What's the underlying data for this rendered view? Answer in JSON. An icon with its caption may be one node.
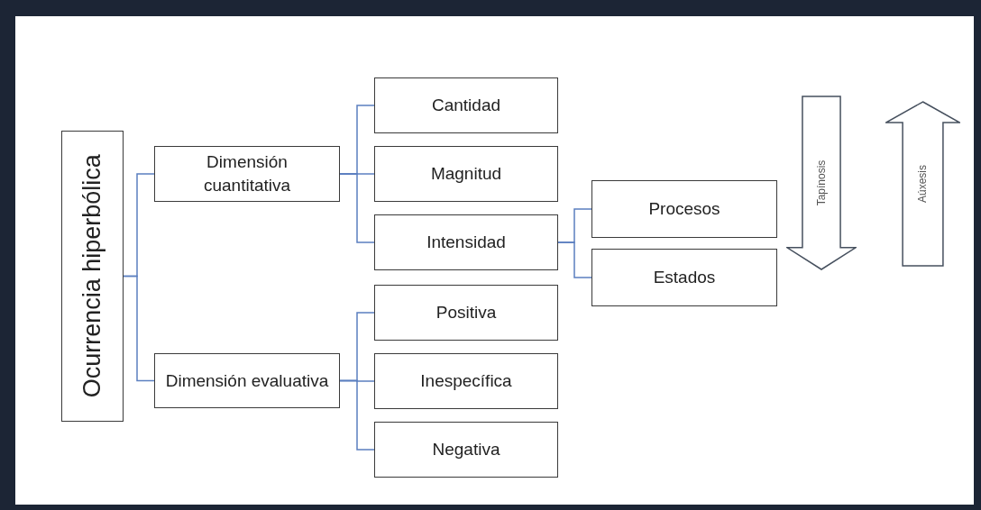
{
  "diagram": {
    "nodes": [
      {
        "text": [
          "Ocurrencia hiperbólica"
        ]
      },
      {
        "text": [
          "Dimensión cuantitativa"
        ]
      },
      {
        "text": [
          "Dimensión evaluativa"
        ]
      },
      {
        "text": [
          "Cantidad"
        ]
      },
      {
        "text": [
          "Magnitud"
        ]
      },
      {
        "text": [
          "Intensidad"
        ]
      },
      {
        "text": [
          "Positiva"
        ]
      },
      {
        "text": [
          "Inespecífica"
        ]
      },
      {
        "text": [
          "Negativa"
        ]
      },
      {
        "text": [
          "Procesos"
        ]
      },
      {
        "text": [
          "Estados"
        ]
      },
      {
        "text": [
          "Tapínosis"
        ]
      },
      {
        "text": [
          "Aúxesis"
        ]
      }
    ],
    "edges": [
      {
        "from": 0,
        "to": 1,
        "arrow": "none"
      },
      {
        "from": 0,
        "to": 2,
        "arrow": "none"
      },
      {
        "from": 1,
        "to": 3,
        "arrow": "none"
      },
      {
        "from": 1,
        "to": 4,
        "arrow": "none"
      },
      {
        "from": 1,
        "to": 5,
        "arrow": "none"
      },
      {
        "from": 2,
        "to": 6,
        "arrow": "none"
      },
      {
        "from": 2,
        "to": 7,
        "arrow": "none"
      },
      {
        "from": 2,
        "to": 8,
        "arrow": "none"
      },
      {
        "from": 5,
        "to": 9,
        "arrow": "none"
      },
      {
        "from": 5,
        "to": 10,
        "arrow": "none"
      }
    ]
  }
}
